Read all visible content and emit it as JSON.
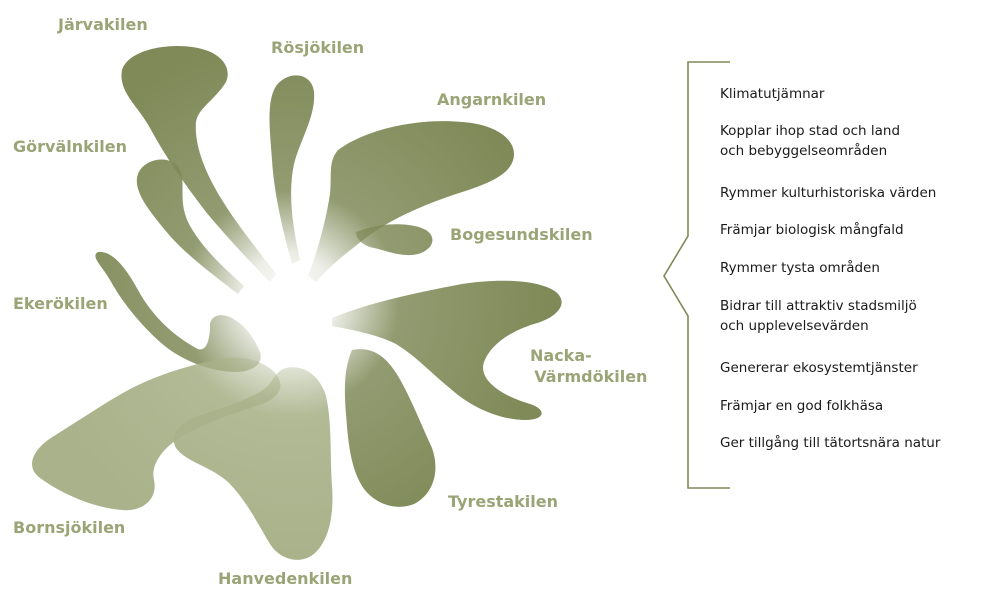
{
  "colors": {
    "wedge_dark": "#7f8a58",
    "wedge_light": "#a9b28a",
    "label": "#9aa476",
    "bracket": "#7f8a58"
  },
  "wedges": [
    {
      "id": "jarvakilen",
      "label": "Järvakilen"
    },
    {
      "id": "rosjokilen",
      "label": "Rösjökilen"
    },
    {
      "id": "angarnkilen",
      "label": "Angarnkilen"
    },
    {
      "id": "gorvalnkilen",
      "label": "Görvälnkilen"
    },
    {
      "id": "bogesundskilen",
      "label": "Bogesundskilen"
    },
    {
      "id": "ekerokilen",
      "label": "Ekerökilen"
    },
    {
      "id": "nacka_varmdokilen",
      "label_lines": [
        "Nacka-",
        "Värmdökilen"
      ]
    },
    {
      "id": "tyrestakilen",
      "label": "Tyrestakilen"
    },
    {
      "id": "bornsjokilen",
      "label": "Bornsjökilen"
    },
    {
      "id": "hanvedenkilen",
      "label": "Hanvedenkilen"
    }
  ],
  "benefits": [
    {
      "lines": [
        "Klimatutjämnar"
      ]
    },
    {
      "lines": [
        "Kopplar ihop stad och land",
        "och bebyggelseområden"
      ]
    },
    {
      "lines": [
        "Rymmer kulturhistoriska värden"
      ]
    },
    {
      "lines": [
        "Främjar biologisk mångfald"
      ]
    },
    {
      "lines": [
        "Rymmer tysta områden"
      ]
    },
    {
      "lines": [
        "Bidrar till attraktiv stadsmiljö",
        "och upplevelsevärden"
      ]
    },
    {
      "lines": [
        "Genererar ekosystemtjänster"
      ]
    },
    {
      "lines": [
        "Främjar en god folkhäsa"
      ]
    },
    {
      "lines": [
        "Ger tillgång till tätortsnära natur"
      ]
    }
  ]
}
